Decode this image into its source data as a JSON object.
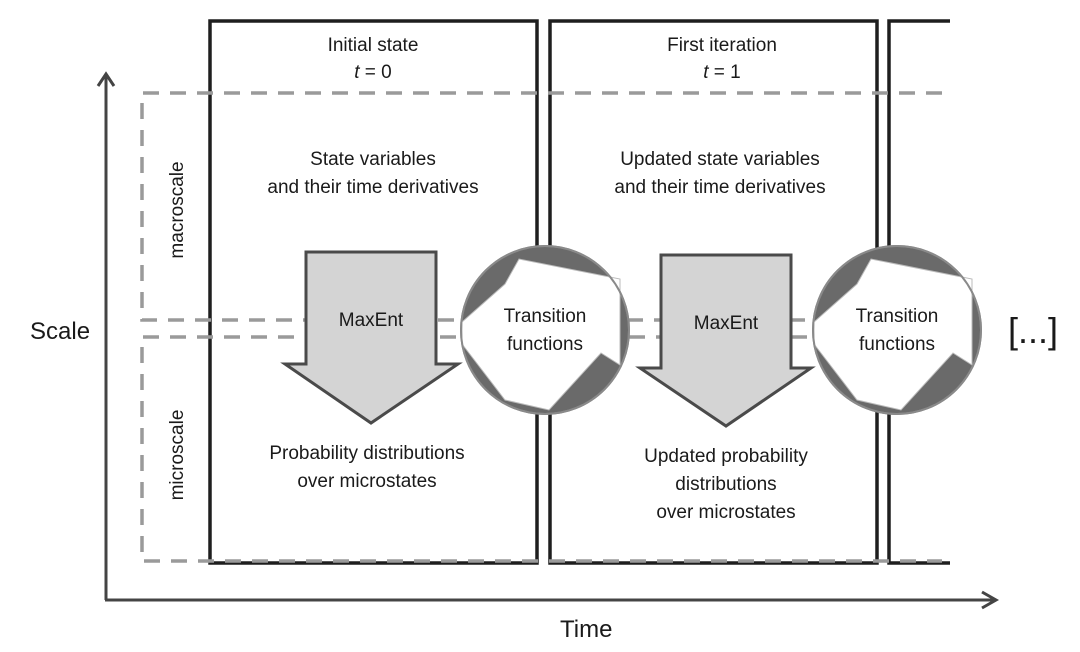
{
  "figure": {
    "y_axis_label": "Scale",
    "x_axis_label": "Time",
    "scale_bands": {
      "macro": "macroscale",
      "micro": "microscale"
    },
    "stages": [
      {
        "title": "Initial state",
        "time_var": "t",
        "time_eq": " = 0",
        "macro_text": [
          "State variables",
          "and their time derivatives"
        ],
        "micro_text": [
          "Probability distributions",
          "over microstates"
        ],
        "arrow_label": "MaxEnt",
        "transition_label": [
          "Transition",
          "functions"
        ]
      },
      {
        "title": "First iteration",
        "time_var": "t",
        "time_eq": " = 1",
        "macro_text": [
          "Updated state variables",
          "and their time derivatives"
        ],
        "micro_text": [
          "Updated probability",
          "distributions",
          "over microstates"
        ],
        "arrow_label": "MaxEnt",
        "transition_label": [
          "Transition",
          "functions"
        ]
      }
    ],
    "continuation": "[...]",
    "colors": {
      "box_stroke": "#1e1e1e",
      "dash_stroke": "#9a9a9a",
      "arrow_fill": "#d4d4d4",
      "disc_fill": "#6a6a6a"
    }
  }
}
